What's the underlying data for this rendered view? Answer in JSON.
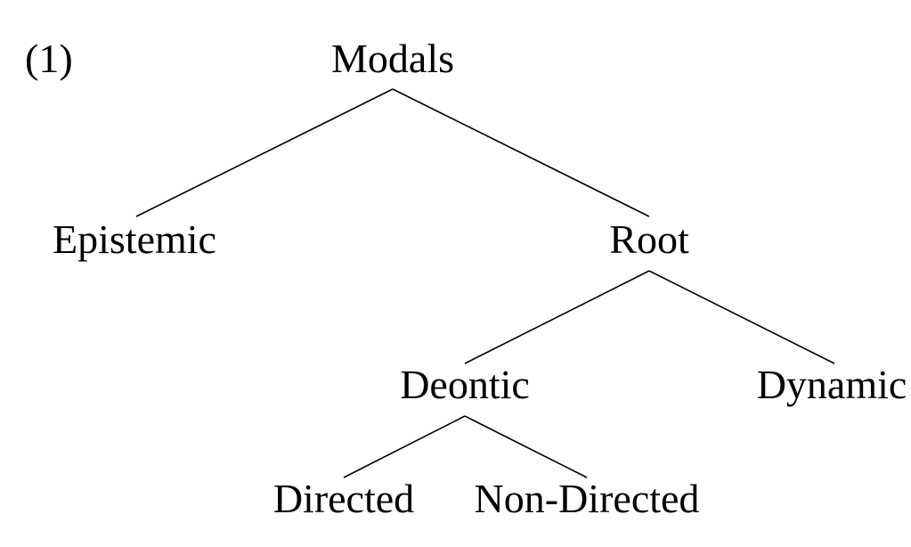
{
  "example_number": "(1)",
  "nodes": {
    "modals": "Modals",
    "epistemic": "Epistemic",
    "root": "Root",
    "deontic": "Deontic",
    "dynamic": "Dynamic",
    "directed": "Directed",
    "non_directed": "Non-Directed"
  }
}
